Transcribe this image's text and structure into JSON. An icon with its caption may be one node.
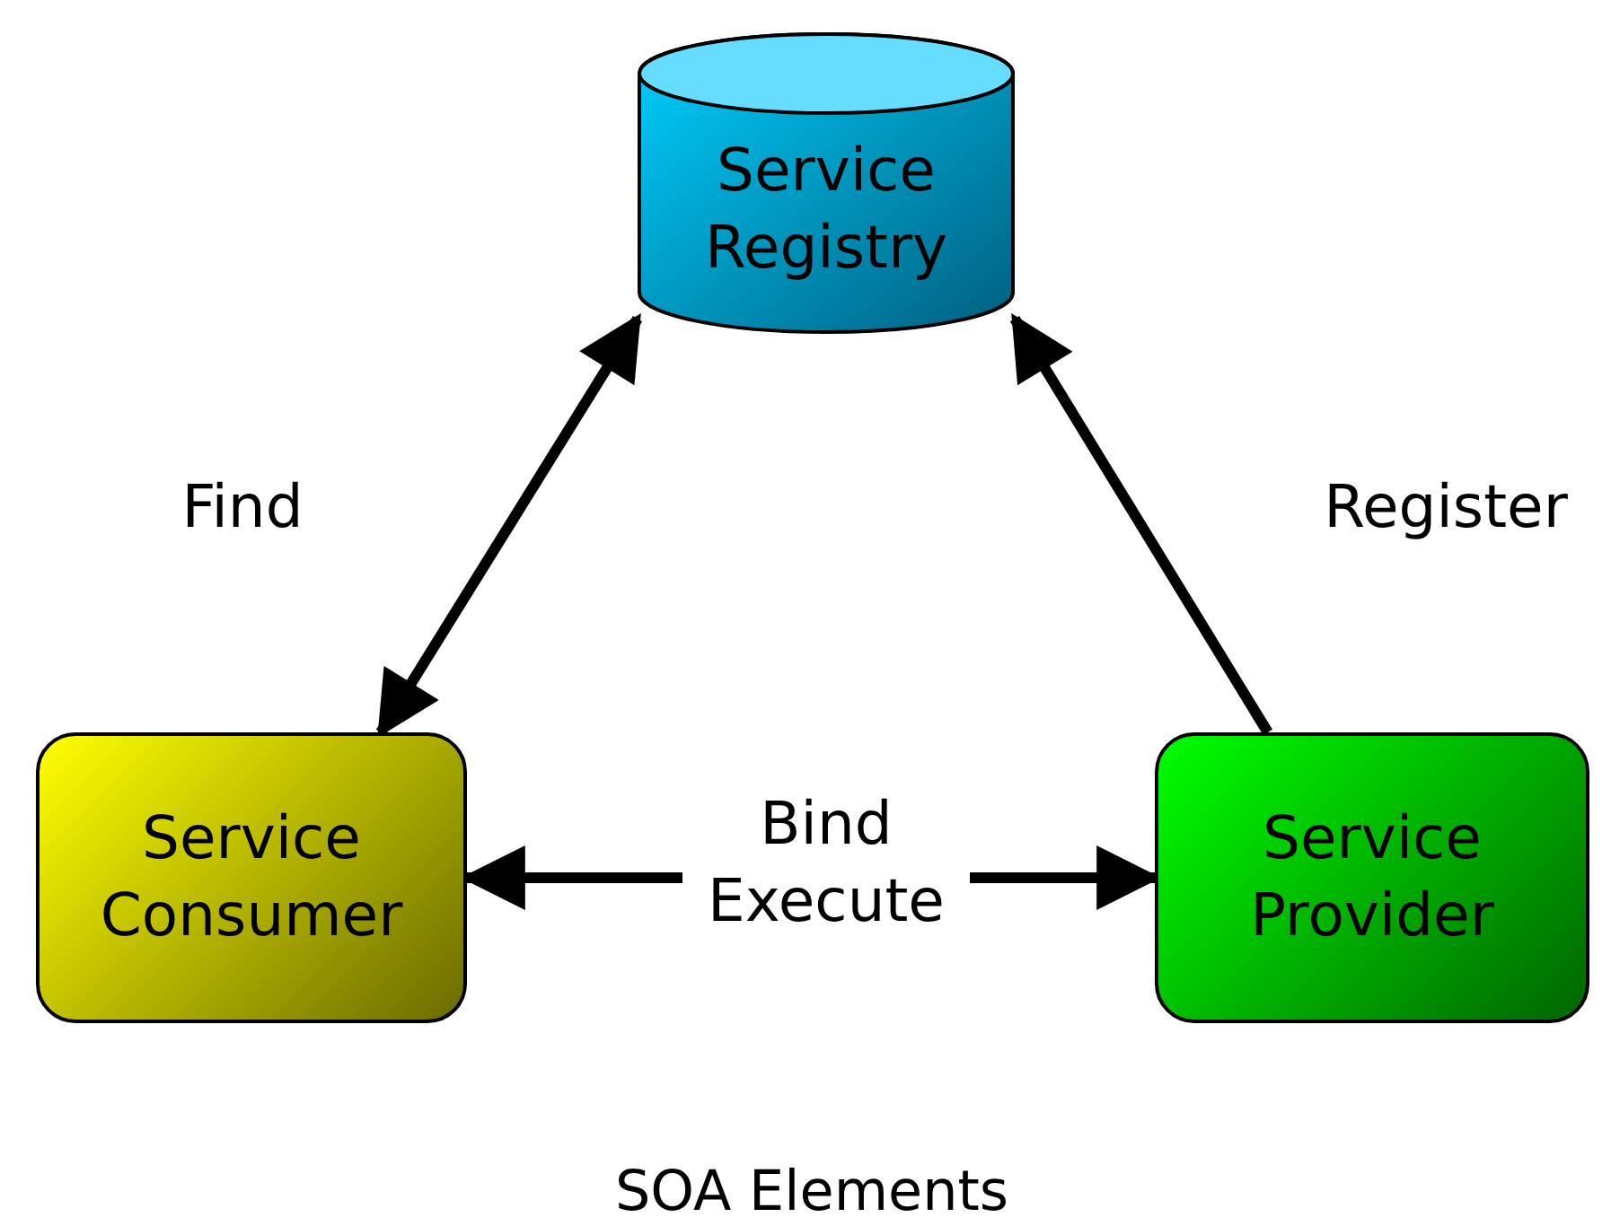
{
  "diagram": {
    "caption": "SOA Elements",
    "nodes": [
      {
        "text": [
          "Service Registry"
        ]
      },
      {
        "text": [
          "Service Consumer"
        ]
      },
      {
        "text": [
          "Service Provider"
        ]
      }
    ],
    "edges": [
      {
        "from": 1,
        "to": 0,
        "arrow": "both",
        "label": "Find"
      },
      {
        "from": 2,
        "to": 0,
        "arrow": "to",
        "label": "Register"
      },
      {
        "from": 1,
        "to": 2,
        "arrow": "both",
        "label": "Bind Execute"
      }
    ]
  }
}
